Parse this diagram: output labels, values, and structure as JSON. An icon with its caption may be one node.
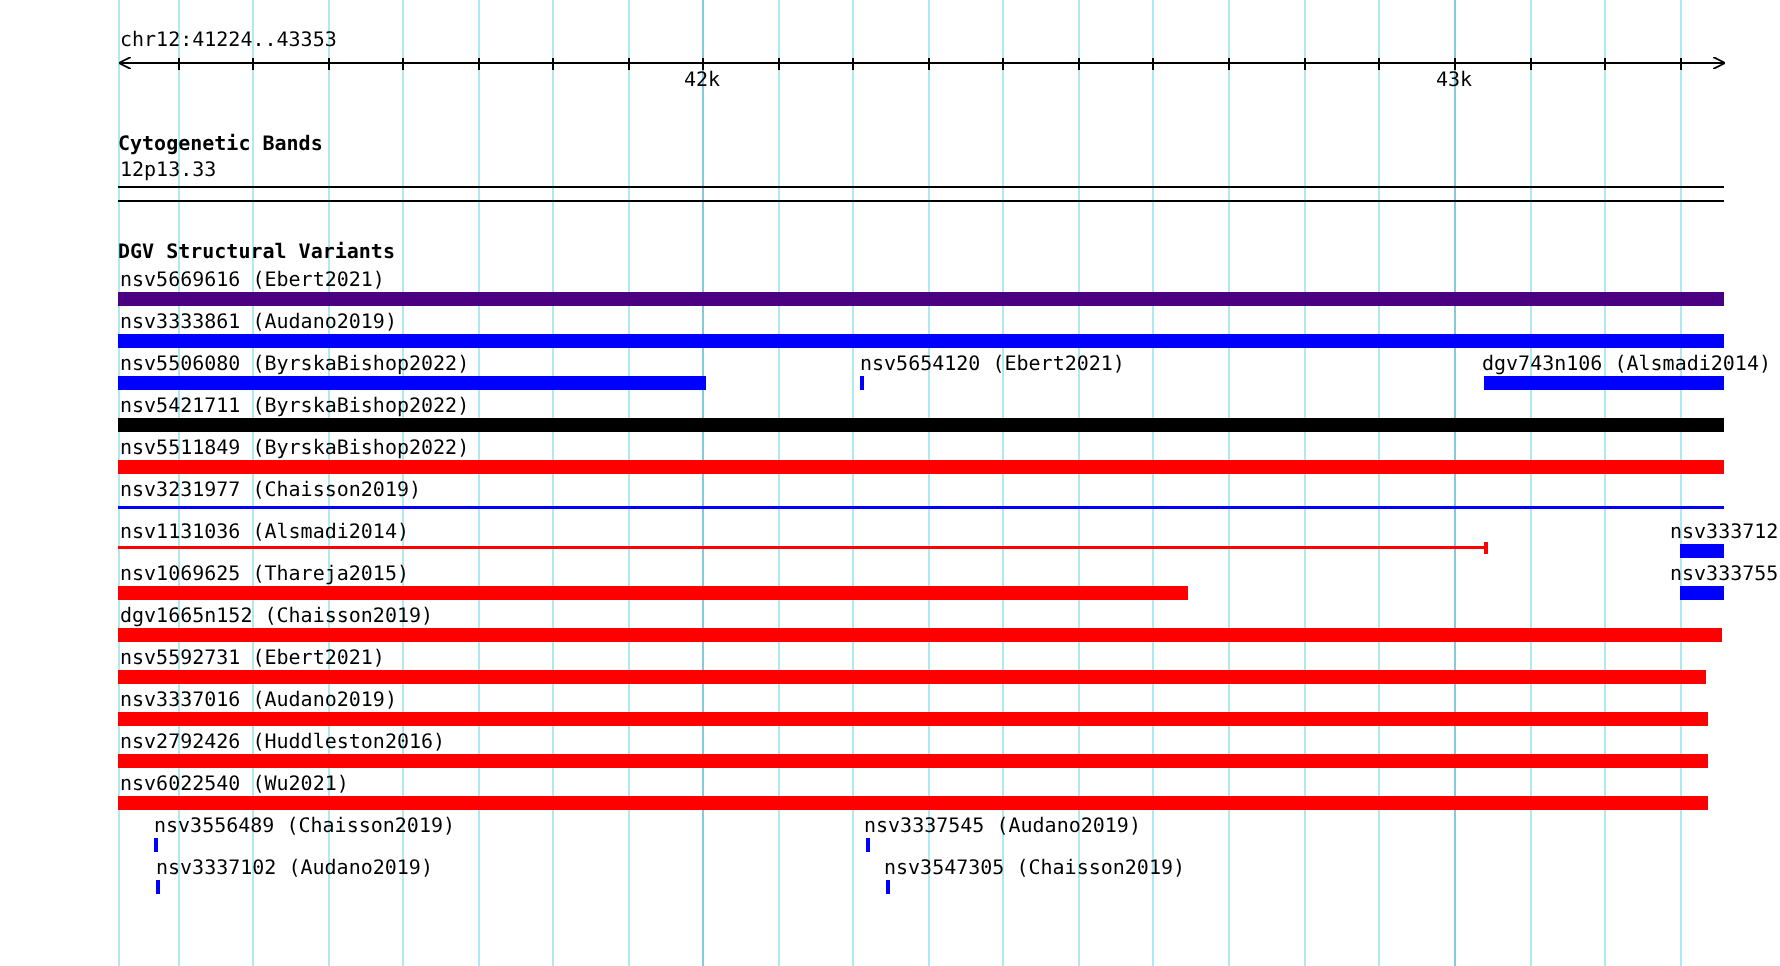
{
  "diagram": {
    "labels": [
      "chr12:41224..43353",
      "42k",
      "43k",
      "Cytogenetic Bands",
      "12p13.33",
      "DGV Structural Variants",
      "nsv5669616 (Ebert2021)",
      "nsv3333861 (Audano2019)",
      "nsv5506080 (ByrskaBishop2022)",
      "nsv5654120 (Ebert2021)",
      "dgv743n106 (Alsmadi2014)",
      "nsv5421711 (ByrskaBishop2022)",
      "nsv5511849 (ByrskaBishop2022)",
      "nsv3231977 (Chaisson2019)",
      "nsv1131036 (Alsmadi2014)",
      "nsv333712",
      "nsv1069625 (Thareja2015)",
      "nsv333755",
      "dgv1665n152 (Chaisson2019)",
      "nsv5592731 (Ebert2021)",
      "nsv3337016 (Audano2019)",
      "nsv2792426 (Huddleston2016)",
      "nsv6022540 (Wu2021)",
      "nsv3556489 (Chaisson2019)",
      "nsv3337545 (Audano2019)",
      "nsv3337102 (Audano2019)",
      "nsv3547305 (Chaisson2019)"
    ]
  }
}
